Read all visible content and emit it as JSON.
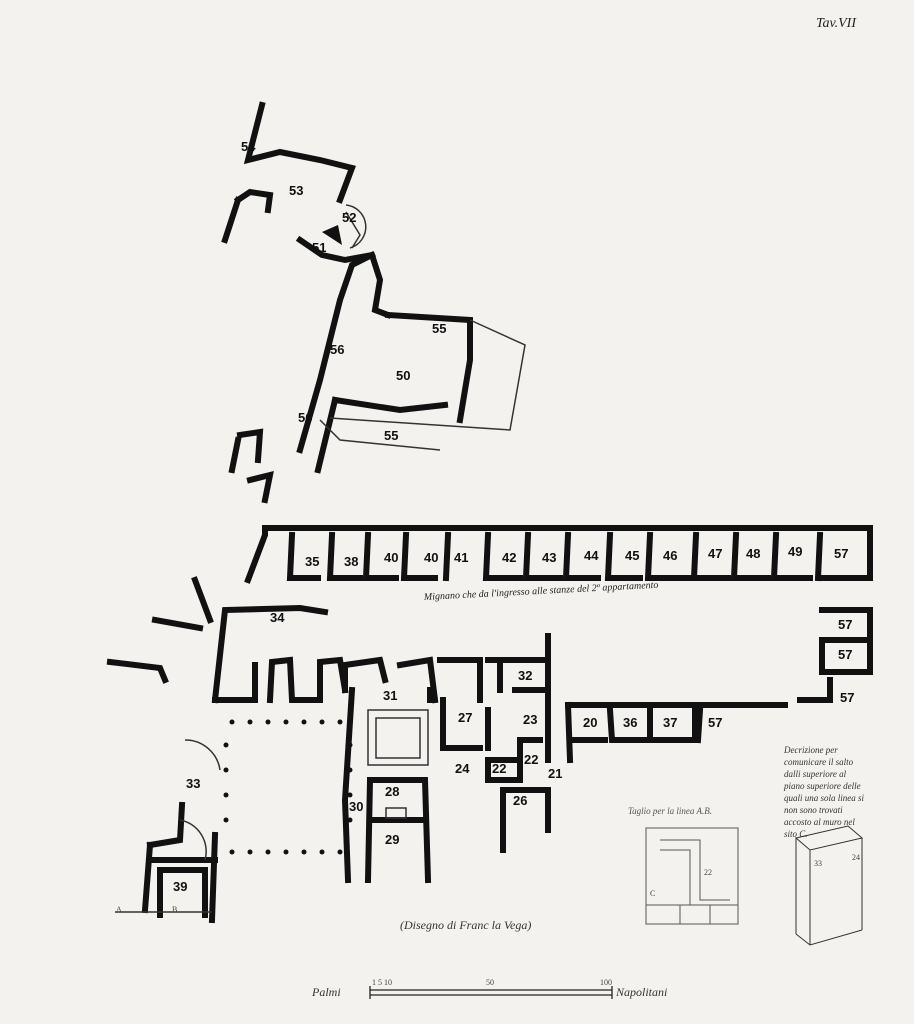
{
  "plate": {
    "number_label": "Tav.VII",
    "credit_caption": "(Disegno di Franc la Vega)",
    "corridor_label": "Mignano che da l'ingresso alle stanze del 2º appartamento",
    "section_label": "Taglio per la linea A.B.",
    "note_text": "Decrizione per comunicare il salto dalli superiore al piano superiore delle quali una sola linea si non sono trovati accosto al muro nel sito C.",
    "scale": {
      "left_label": "Palmi",
      "right_label": "Napolitani",
      "ticks": [
        "1 5 10",
        "50",
        "100"
      ]
    },
    "section_marks": {
      "a": "A",
      "b": "B"
    },
    "elevation_marks": {
      "c": "C",
      "dim1": "22",
      "dim2": "24",
      "dim3": "33"
    }
  },
  "rooms": {
    "r54": "54",
    "r53": "53",
    "r52": "52",
    "r51": "51",
    "r55a": "55",
    "r56a": "56",
    "r50": "50",
    "r56b": "56",
    "r55b": "55",
    "r35": "35",
    "r38": "38",
    "r40a": "40",
    "r40b": "40",
    "r41": "41",
    "r42": "42",
    "r43": "43",
    "r44": "44",
    "r45": "45",
    "r46": "46",
    "r47": "47",
    "r48": "48",
    "r49": "49",
    "r57a": "57",
    "r34": "34",
    "r57b": "57",
    "r57c": "57",
    "r57d": "57",
    "r31": "31",
    "r32": "32",
    "r27": "27",
    "r23": "23",
    "r20": "20",
    "r36": "36",
    "r37": "37",
    "r57e": "57",
    "r33": "33",
    "r24": "24",
    "r22a": "22",
    "r22b": "22",
    "r21": "21",
    "r28": "28",
    "r30": "30",
    "r26": "26",
    "r29": "29",
    "r39": "39"
  },
  "colors": {
    "ink": "#111111",
    "paper": "#f3f2ee",
    "faint": "#d9d8d3"
  }
}
